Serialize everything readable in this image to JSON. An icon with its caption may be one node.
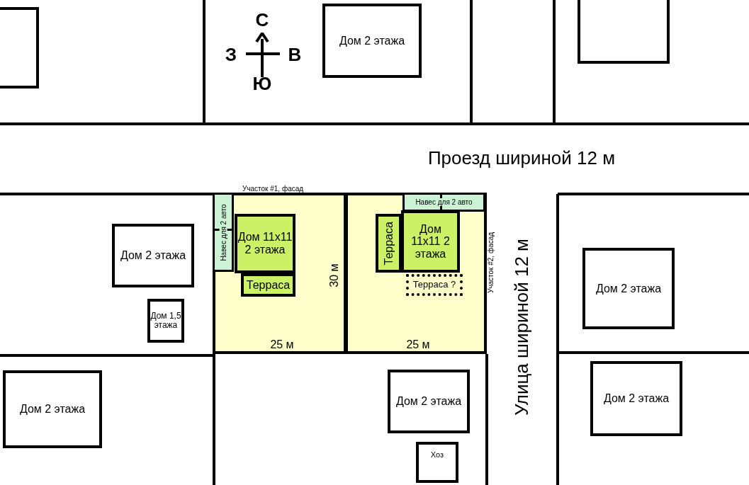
{
  "diagram": {
    "nodes": [
      {
        "text": [],
        "shape": "box"
      },
      {
        "text": [
          "Дом 2 этажа"
        ]
      },
      {
        "text": [],
        "shape": "box"
      },
      {
        "text": [
          "Участок #1, фасад"
        ]
      },
      {
        "text": [
          "Навес для 2 авто"
        ],
        "in": 3
      },
      {
        "text": [
          "Дом 11x11 2 этажа"
        ],
        "in": 3
      },
      {
        "text": [
          "Терраса"
        ],
        "in": 3
      },
      {
        "text": [
          "Участок #2, фасад"
        ]
      },
      {
        "text": [
          "Навес для 2 авто"
        ],
        "in": 7
      },
      {
        "text": [
          "Терраса"
        ],
        "in": 7
      },
      {
        "text": [
          "Дом 11x11 2 этажа"
        ],
        "in": 7
      },
      {
        "text": [
          "Терраса ?"
        ],
        "in": 7
      },
      {
        "text": [
          "Дом 2 этажа"
        ]
      },
      {
        "text": [
          "Дом 2 этажа"
        ]
      },
      {
        "text": [
          "Дом 1,5 этажа"
        ]
      },
      {
        "text": [
          "Дом 2 этажа"
        ]
      },
      {
        "text": [
          "Дом 2 этажа"
        ]
      },
      {
        "text": [
          "Дом 2 этажа"
        ]
      },
      {
        "text": [
          "Хоз"
        ]
      }
    ],
    "labels": [
      "С",
      "З",
      "В",
      "Ю",
      "Проезд шириной 12 м",
      "30 м",
      "Улица шириной 12 м",
      "25 м",
      "25 м"
    ]
  }
}
